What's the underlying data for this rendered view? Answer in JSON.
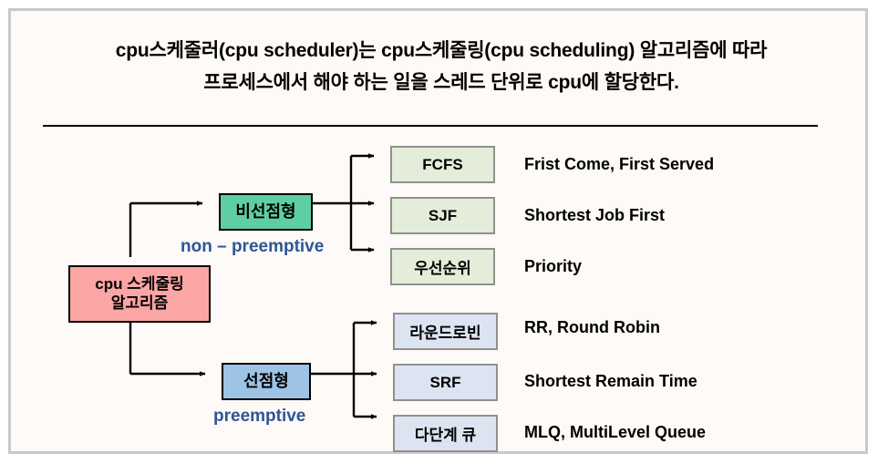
{
  "heading": {
    "line1": "cpu스케줄러(cpu scheduler)는 cpu스케줄링(cpu scheduling) 알고리즘에 따라",
    "line2": "프로세스에서 해야 하는 일을 스레드 단위로 cpu에 할당한다."
  },
  "colors": {
    "background": "#fdfaf7",
    "frame_border": "#c9c9c9",
    "root_fill": "#fba5a5",
    "nonpreemptive_fill": "#5ecfa5",
    "preemptive_fill": "#9dc3e6",
    "leaf_green_fill": "#e3edd9",
    "leaf_blue_fill": "#dce3f1",
    "leaf_border": "#909090",
    "sublabel_text": "#2f5597",
    "text": "#000000",
    "connector": "#000000"
  },
  "diagram": {
    "root": {
      "line1": "cpu 스케줄링",
      "line2": "알고리즘"
    },
    "branches": [
      {
        "label": "비선점형",
        "sublabel": "non – preemptive",
        "leaves": [
          {
            "name": "FCFS",
            "description": "Frist Come, First Served"
          },
          {
            "name": "SJF",
            "description": "Shortest Job First"
          },
          {
            "name": "우선순위",
            "description": "Priority"
          }
        ]
      },
      {
        "label": "선점형",
        "sublabel": "preemptive",
        "leaves": [
          {
            "name": "라운드로빈",
            "description": "RR, Round Robin"
          },
          {
            "name": "SRF",
            "description": "Shortest Remain Time"
          },
          {
            "name": "다단계 큐",
            "description": "MLQ, MultiLevel Queue"
          }
        ]
      }
    ]
  }
}
